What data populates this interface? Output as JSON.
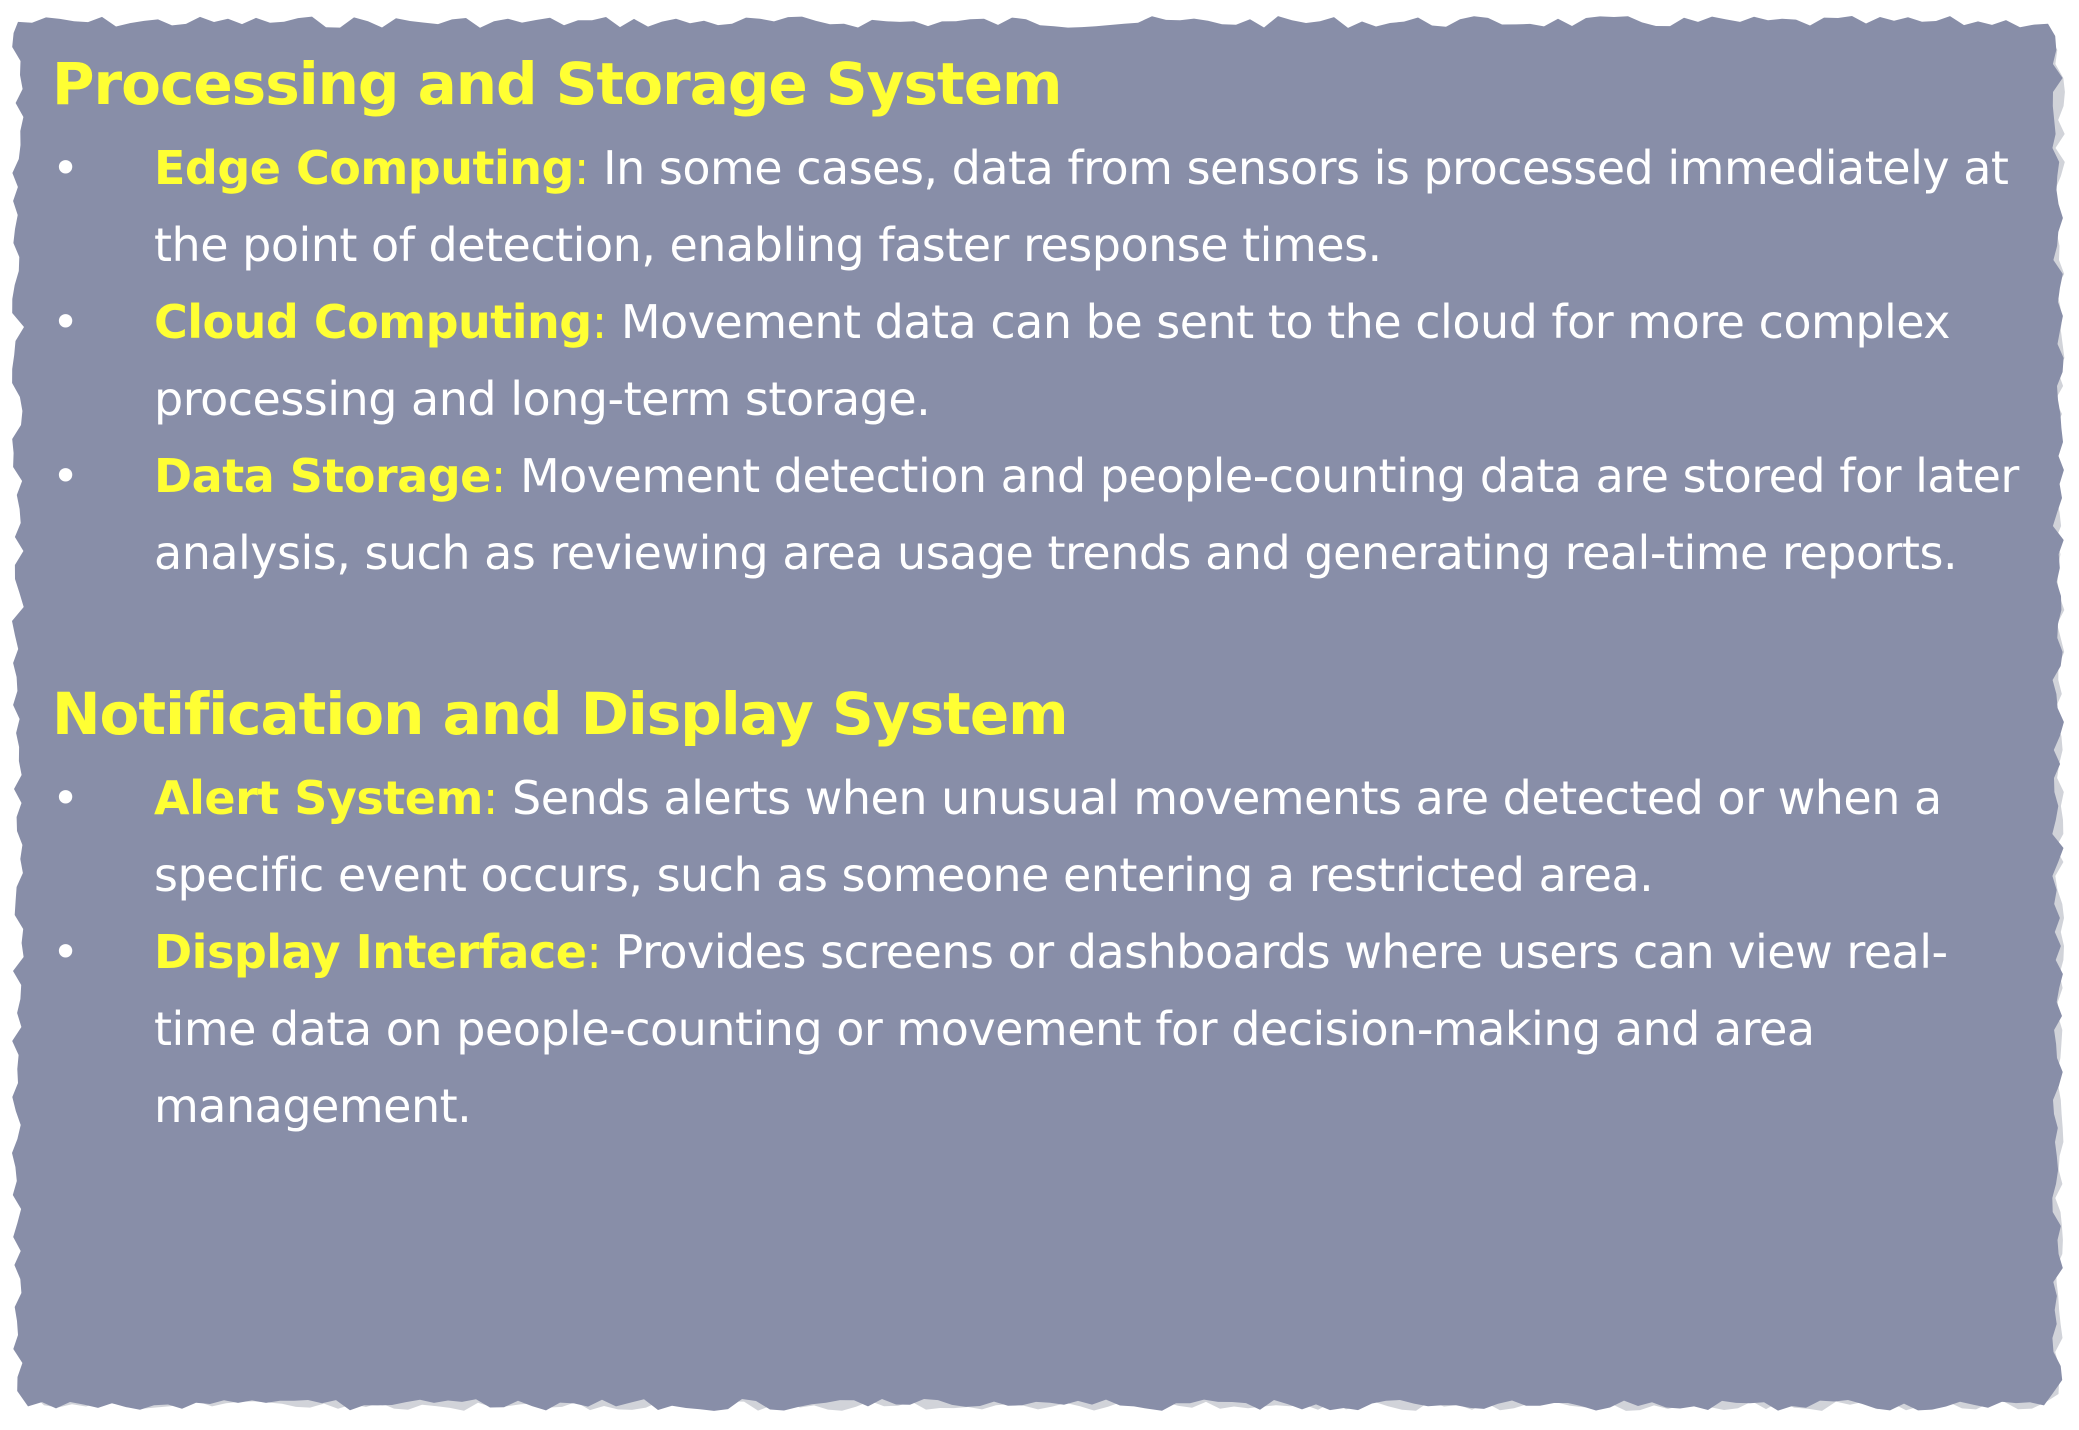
{
  "colors": {
    "panel": "#888ea8",
    "heading": "#ffff33",
    "body_text": "#ffffff",
    "shadow": "#c9cbd2"
  },
  "sections": [
    {
      "title": "Processing and Storage System",
      "items": [
        {
          "term": "Edge Computing",
          "separator": ":",
          "text": " In some cases, data from sensors is processed immediately at the point of detection, enabling faster response times."
        },
        {
          "term": "Cloud Computing",
          "separator": ":",
          "text": " Movement data can be sent to the cloud for more complex processing and long-term storage."
        },
        {
          "term": "Data Storage",
          "separator": ":",
          "text": " Movement detection and people-counting data are stored for later analysis, such as reviewing area usage trends and generating real-time reports."
        }
      ]
    },
    {
      "title": "Notification and Display System",
      "items": [
        {
          "term": "Alert System",
          "separator": ":",
          "text": " Sends alerts when unusual movements are detected or when a specific event occurs, such as someone entering a restricted area."
        },
        {
          "term": "Display Interface",
          "separator": ":",
          "text": " Provides screens or dashboards where users can view real-time data on people-counting or movement for decision-making and area management."
        }
      ]
    }
  ]
}
